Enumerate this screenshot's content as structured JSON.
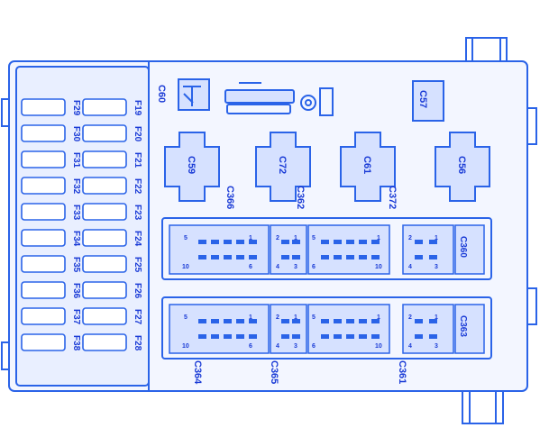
{
  "colors": {
    "line": "#2a63e8",
    "fill": "#d6e1ff",
    "text": "#1a3bd6",
    "background": "#ffffff"
  },
  "fuses": {
    "left_column": [
      "F29",
      "F30",
      "F31",
      "F32",
      "F33",
      "F34",
      "F35",
      "F36",
      "F37",
      "F38"
    ],
    "right_column": [
      "F19",
      "F20",
      "F21",
      "F22",
      "F23",
      "F24",
      "F25",
      "F26",
      "F27",
      "F28"
    ]
  },
  "relays": [
    "C59",
    "C72",
    "C61",
    "C56"
  ],
  "connector_labels": {
    "c60": "C60",
    "c57": "C57",
    "c366": "C366",
    "c362": "C362",
    "c372": "C372",
    "c360": "C360",
    "c363": "C363",
    "c364": "C364",
    "c365": "C365",
    "c361": "C361"
  },
  "pin_numbers": {
    "five": "5",
    "one": "1",
    "ten": "10",
    "six": "6",
    "two": "2",
    "four": "4",
    "three": "3"
  }
}
